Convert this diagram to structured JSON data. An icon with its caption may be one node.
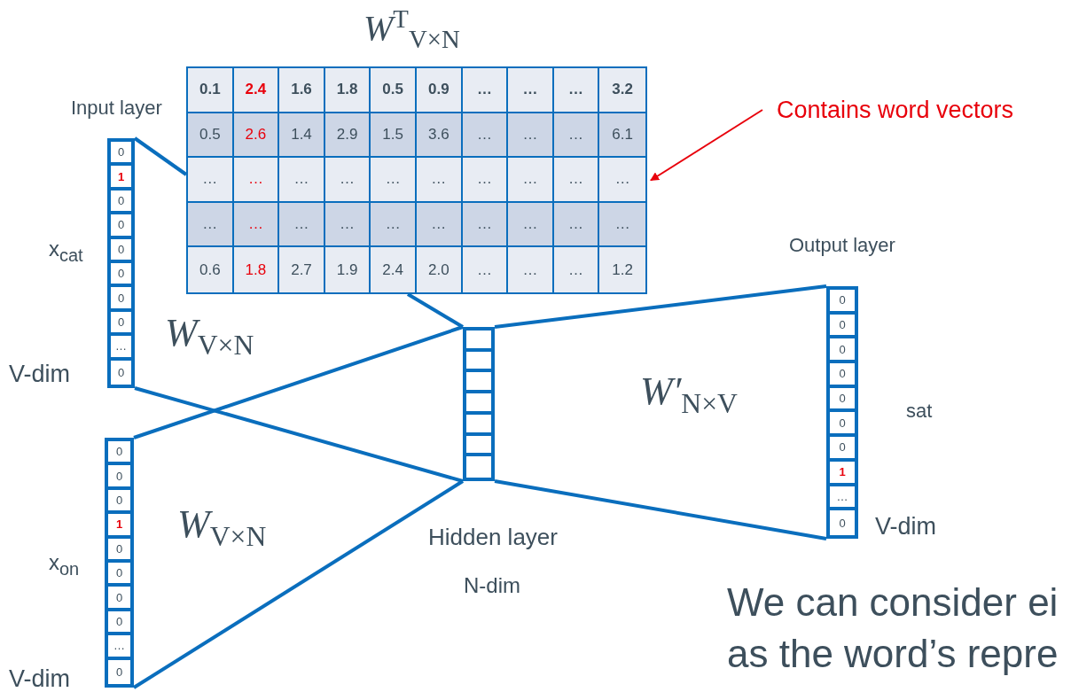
{
  "diagram": {
    "nodes": [
      {
        "text": [
          "*W*$^{T}$$_{V×N}$",
          "0.1",
          "2.4",
          "1.6",
          "1.8",
          "0.5",
          "0.9",
          "…",
          "…",
          "…",
          "3.2",
          "0.5",
          "2.6",
          "1.4",
          "2.9",
          "1.5",
          "3.6",
          "…",
          "…",
          "…",
          "6.1",
          "…",
          "…",
          "…",
          "…",
          "…",
          "…",
          "…",
          "…",
          "…",
          "…",
          "…",
          "…",
          "…",
          "…",
          "…",
          "…",
          "…",
          "…",
          "…",
          "…",
          "0.6",
          "1.8",
          "2.7",
          "1.9",
          "2.4",
          "2.0",
          "…",
          "…",
          "…",
          "1.2"
        ]
      },
      {
        "text": [
          "Contains word vectors"
        ]
      },
      {
        "text": [
          "0",
          "1",
          "0",
          "0",
          "0",
          "0",
          "0",
          "0",
          "…",
          "0"
        ],
        "beside": [
          "Input layer",
          "x$_{cat}$",
          "V-dim"
        ]
      },
      {
        "text": [],
        "shape": "bar",
        "beside": [
          "Hidden layer",
          "N-dim"
        ]
      },
      {
        "text": [
          "0",
          "0",
          "0",
          "0",
          "0",
          "0",
          "0",
          "1",
          "…",
          "0"
        ],
        "beside": [
          "Output layer",
          "sat",
          "V-dim"
        ]
      },
      {
        "text": [
          "0",
          "0",
          "0",
          "1",
          "0",
          "0",
          "0",
          "0",
          "…",
          "0"
        ],
        "beside": [
          "x$_{on}$",
          "V-dim"
        ]
      }
    ],
    "edges": [
      {
        "from": 2,
        "to": 0,
        "arrow": "none"
      },
      {
        "from": 0,
        "to": 3,
        "arrow": "none"
      },
      {
        "from": 2,
        "to": 3,
        "arrow": "none",
        "label": "*W*$_{V×N}$"
      },
      {
        "from": 5,
        "to": 3,
        "arrow": "none"
      },
      {
        "from": 5,
        "to": 3,
        "arrow": "none",
        "label": "*W*$_{V×N}$"
      },
      {
        "from": 3,
        "to": 4,
        "arrow": "none",
        "label": "*W′*$_{N×V}$"
      },
      {
        "from": 3,
        "to": 4,
        "arrow": "none"
      },
      {
        "from": 1,
        "to": 0,
        "arrow": "to",
        "color": "#e8000b"
      }
    ],
    "labels": [
      "We can consider ei",
      "as the word’s repre"
    ]
  }
}
